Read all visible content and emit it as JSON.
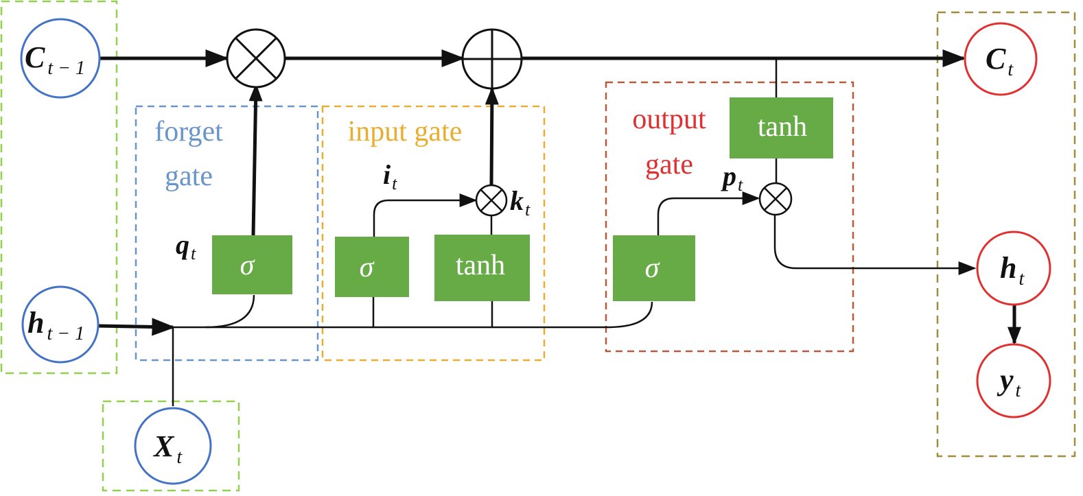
{
  "colors": {
    "green_box": "#67ab47",
    "input_border": "#4472c4",
    "output_border": "#e03030",
    "forget": "#6a95c8",
    "input_gate": "#e8ae30",
    "output_gate": "#e03030",
    "group_green": "#92d050",
    "group_olive": "#a08c3c",
    "output_box": "#b55a3a",
    "line": "#111111"
  },
  "nodes": {
    "c_prev": {
      "sym": "C",
      "sub": "t − 1"
    },
    "h_prev": {
      "sym": "h",
      "sub": "t − 1"
    },
    "x_t": {
      "sym": "X",
      "sub": "t"
    },
    "c_t": {
      "sym": "C",
      "sub": "t"
    },
    "h_t": {
      "sym": "h",
      "sub": "t"
    },
    "y_t": {
      "sym": "y",
      "sub": "t"
    }
  },
  "gates": {
    "forget_line1": "forget",
    "forget_line2": "gate",
    "input": "input gate",
    "output_line1": "output",
    "output_line2": "gate"
  },
  "boxes": {
    "forget_sigma": "σ",
    "input_sigma": "σ",
    "input_tanh": "tanh",
    "output_sigma": "σ",
    "cell_tanh": "tanh"
  },
  "labels": {
    "q": {
      "sym": "q",
      "sub": "t"
    },
    "i": {
      "sym": "i",
      "sub": "t"
    },
    "k": {
      "sym": "k",
      "sub": "t"
    },
    "p": {
      "sym": "p",
      "sub": "t"
    }
  }
}
